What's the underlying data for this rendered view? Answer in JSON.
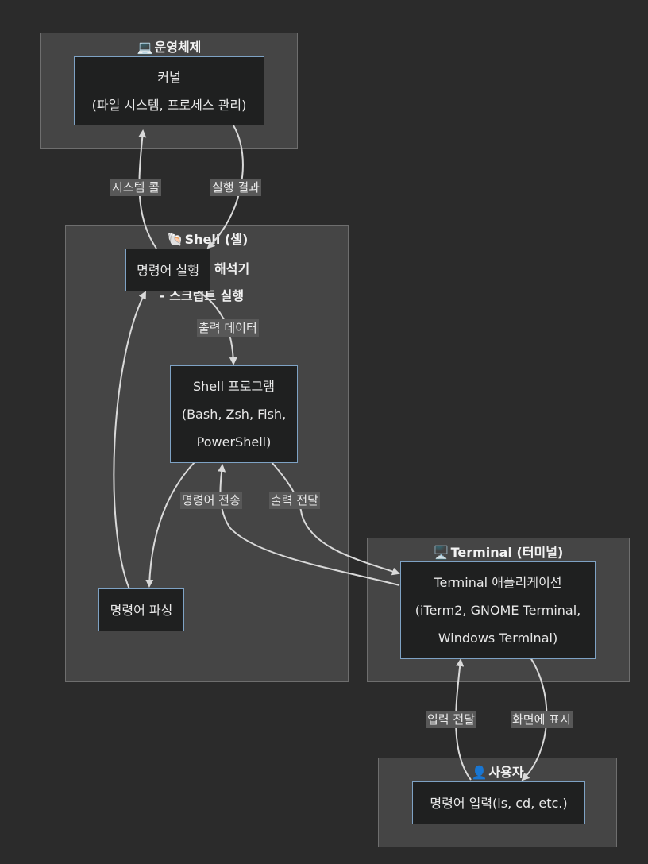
{
  "groups": {
    "os": {
      "emoji": "💻",
      "title": "운영체제"
    },
    "shell": {
      "emoji": "🐚",
      "title": "Shell (셸)"
    },
    "terminal": {
      "emoji": "🖥️",
      "title": "Terminal (터미널)"
    },
    "user": {
      "emoji": "👤",
      "title": "사용자"
    }
  },
  "shell_notes": {
    "line1": "해석기",
    "line2": "- 스크립트 실행"
  },
  "nodes": {
    "kernel": {
      "line1": "커널",
      "line2": "(파일 시스템, 프로세스 관리)"
    },
    "exec": {
      "line1": "명령어 실행"
    },
    "shell_program": {
      "line1": "Shell 프로그램",
      "line2": "(Bash, Zsh, Fish,",
      "line3": "PowerShell)"
    },
    "parse": {
      "line1": "명령어 파싱"
    },
    "terminal_app": {
      "line1": "Terminal 애플리케이션",
      "line2": "(iTerm2, GNOME Terminal,",
      "line3": "Windows Terminal)"
    },
    "user_input": {
      "line1": "명령어 입력(ls, cd, etc.)"
    }
  },
  "edges": {
    "system_call": "시스템 콜",
    "exec_result": "실행 결과",
    "output_data": "출력 데이터",
    "send_command": "명령어 전송",
    "deliver_output": "출력 전달",
    "deliver_input": "입력 전달",
    "display": "화면에 표시"
  },
  "colors": {
    "background": "#2b2b2b",
    "group_fill": "#454545",
    "node_fill": "#1f2020",
    "node_border": "#7ea2c4",
    "edge": "#d9d9d9"
  }
}
